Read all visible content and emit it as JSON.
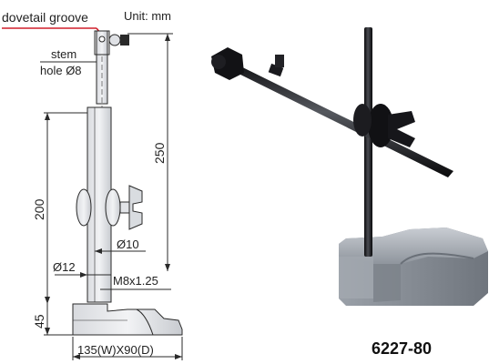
{
  "drawing": {
    "dovetail_label": "dovetail groove",
    "unit_label": "Unit: mm",
    "stem_label": "stem",
    "hole_label": "hole Ø8",
    "dim_250": "250",
    "dim_200": "200",
    "dim_45": "45",
    "dim_phi10": "Ø10",
    "dim_phi12": "Ø12",
    "thread_label": "M8x1.25",
    "base_dims": "135(W)X90(D)"
  },
  "product": {
    "model_number": "6227-80"
  },
  "colors": {
    "accent_red": "#d01f2a",
    "line": "#2a2a2a",
    "metal_light": "#e6e8ec",
    "metal_dark": "#8e949c",
    "rod_black": "#151517"
  }
}
